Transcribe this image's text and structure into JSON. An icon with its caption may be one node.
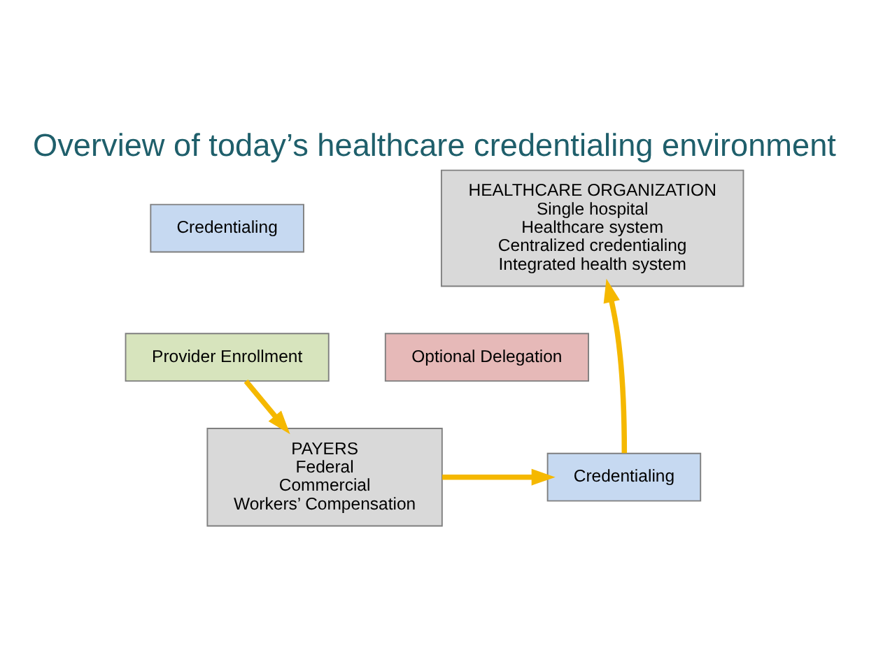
{
  "diagram": {
    "title": "Overview of today’s healthcare credentialing environment",
    "nodes": [
      {
        "text": [
          "Credentialing"
        ]
      },
      {
        "text": [
          "Provider Enrollment"
        ]
      },
      {
        "text": [
          "HEALTHCARE ORGANIZATION",
          "Single hospital",
          "Healthcare system",
          "Centralized credentialing",
          "Integrated health system"
        ]
      },
      {
        "text": [
          "Optional Delegation"
        ]
      },
      {
        "text": [
          "PAYERS",
          "Federal",
          "Commercial",
          "Workers’ Compensation"
        ]
      },
      {
        "text": [
          "Credentialing"
        ]
      }
    ],
    "edges": [
      {
        "from": 1,
        "to": 4,
        "arrow": "to"
      },
      {
        "from": 4,
        "to": 5,
        "arrow": "to"
      },
      {
        "from": 5,
        "to": 2,
        "arrow": "to"
      }
    ]
  }
}
